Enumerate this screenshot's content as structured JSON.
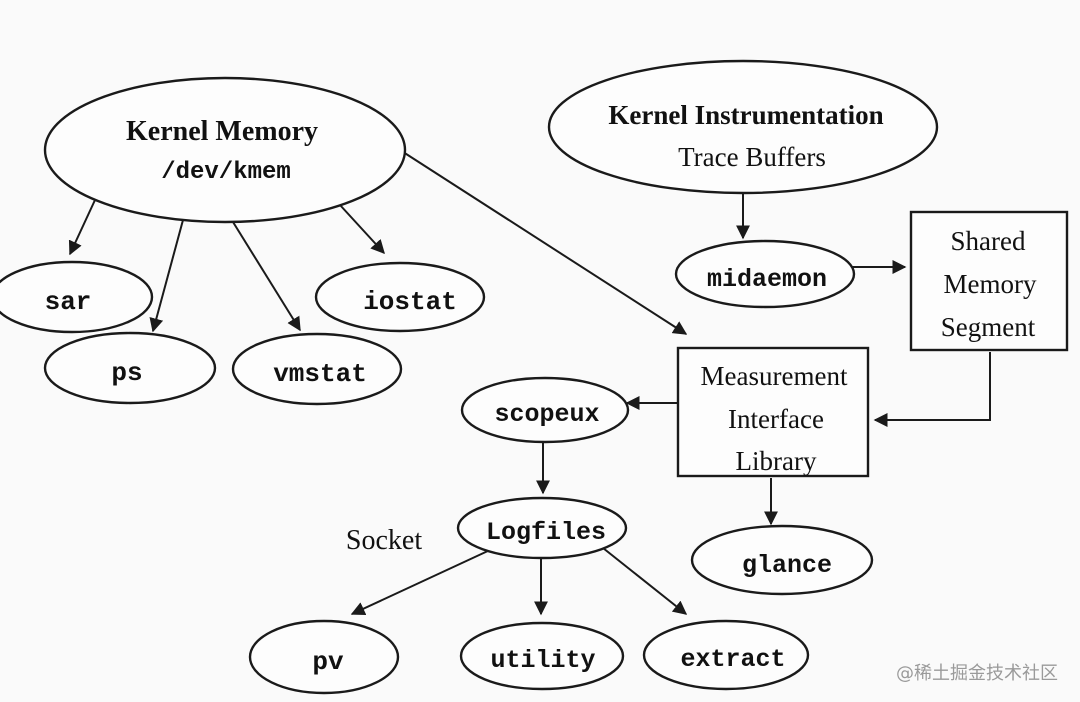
{
  "nodes": {
    "kernel_memory": {
      "line1": "Kernel Memory",
      "line2": "/dev/kmem"
    },
    "kernel_instrumentation": {
      "line1": "Kernel Instrumentation",
      "line2": "Trace Buffers"
    },
    "sar": "sar",
    "ps": "ps",
    "vmstat": "vmstat",
    "iostat": "iostat",
    "midaemon": "midaemon",
    "shared_memory": {
      "line1": "Shared",
      "line2": "Memory",
      "line3": "Segment"
    },
    "measurement": {
      "line1": "Measurement",
      "line2": "Interface",
      "line3": "Library"
    },
    "scopeux": "scopeux",
    "logfiles": "Logfiles",
    "glance": "glance",
    "pv": "pv",
    "utility": "utility",
    "extract": "extract"
  },
  "labels": {
    "socket": "Socket"
  },
  "watermark": "@稀土掘金技术社区"
}
